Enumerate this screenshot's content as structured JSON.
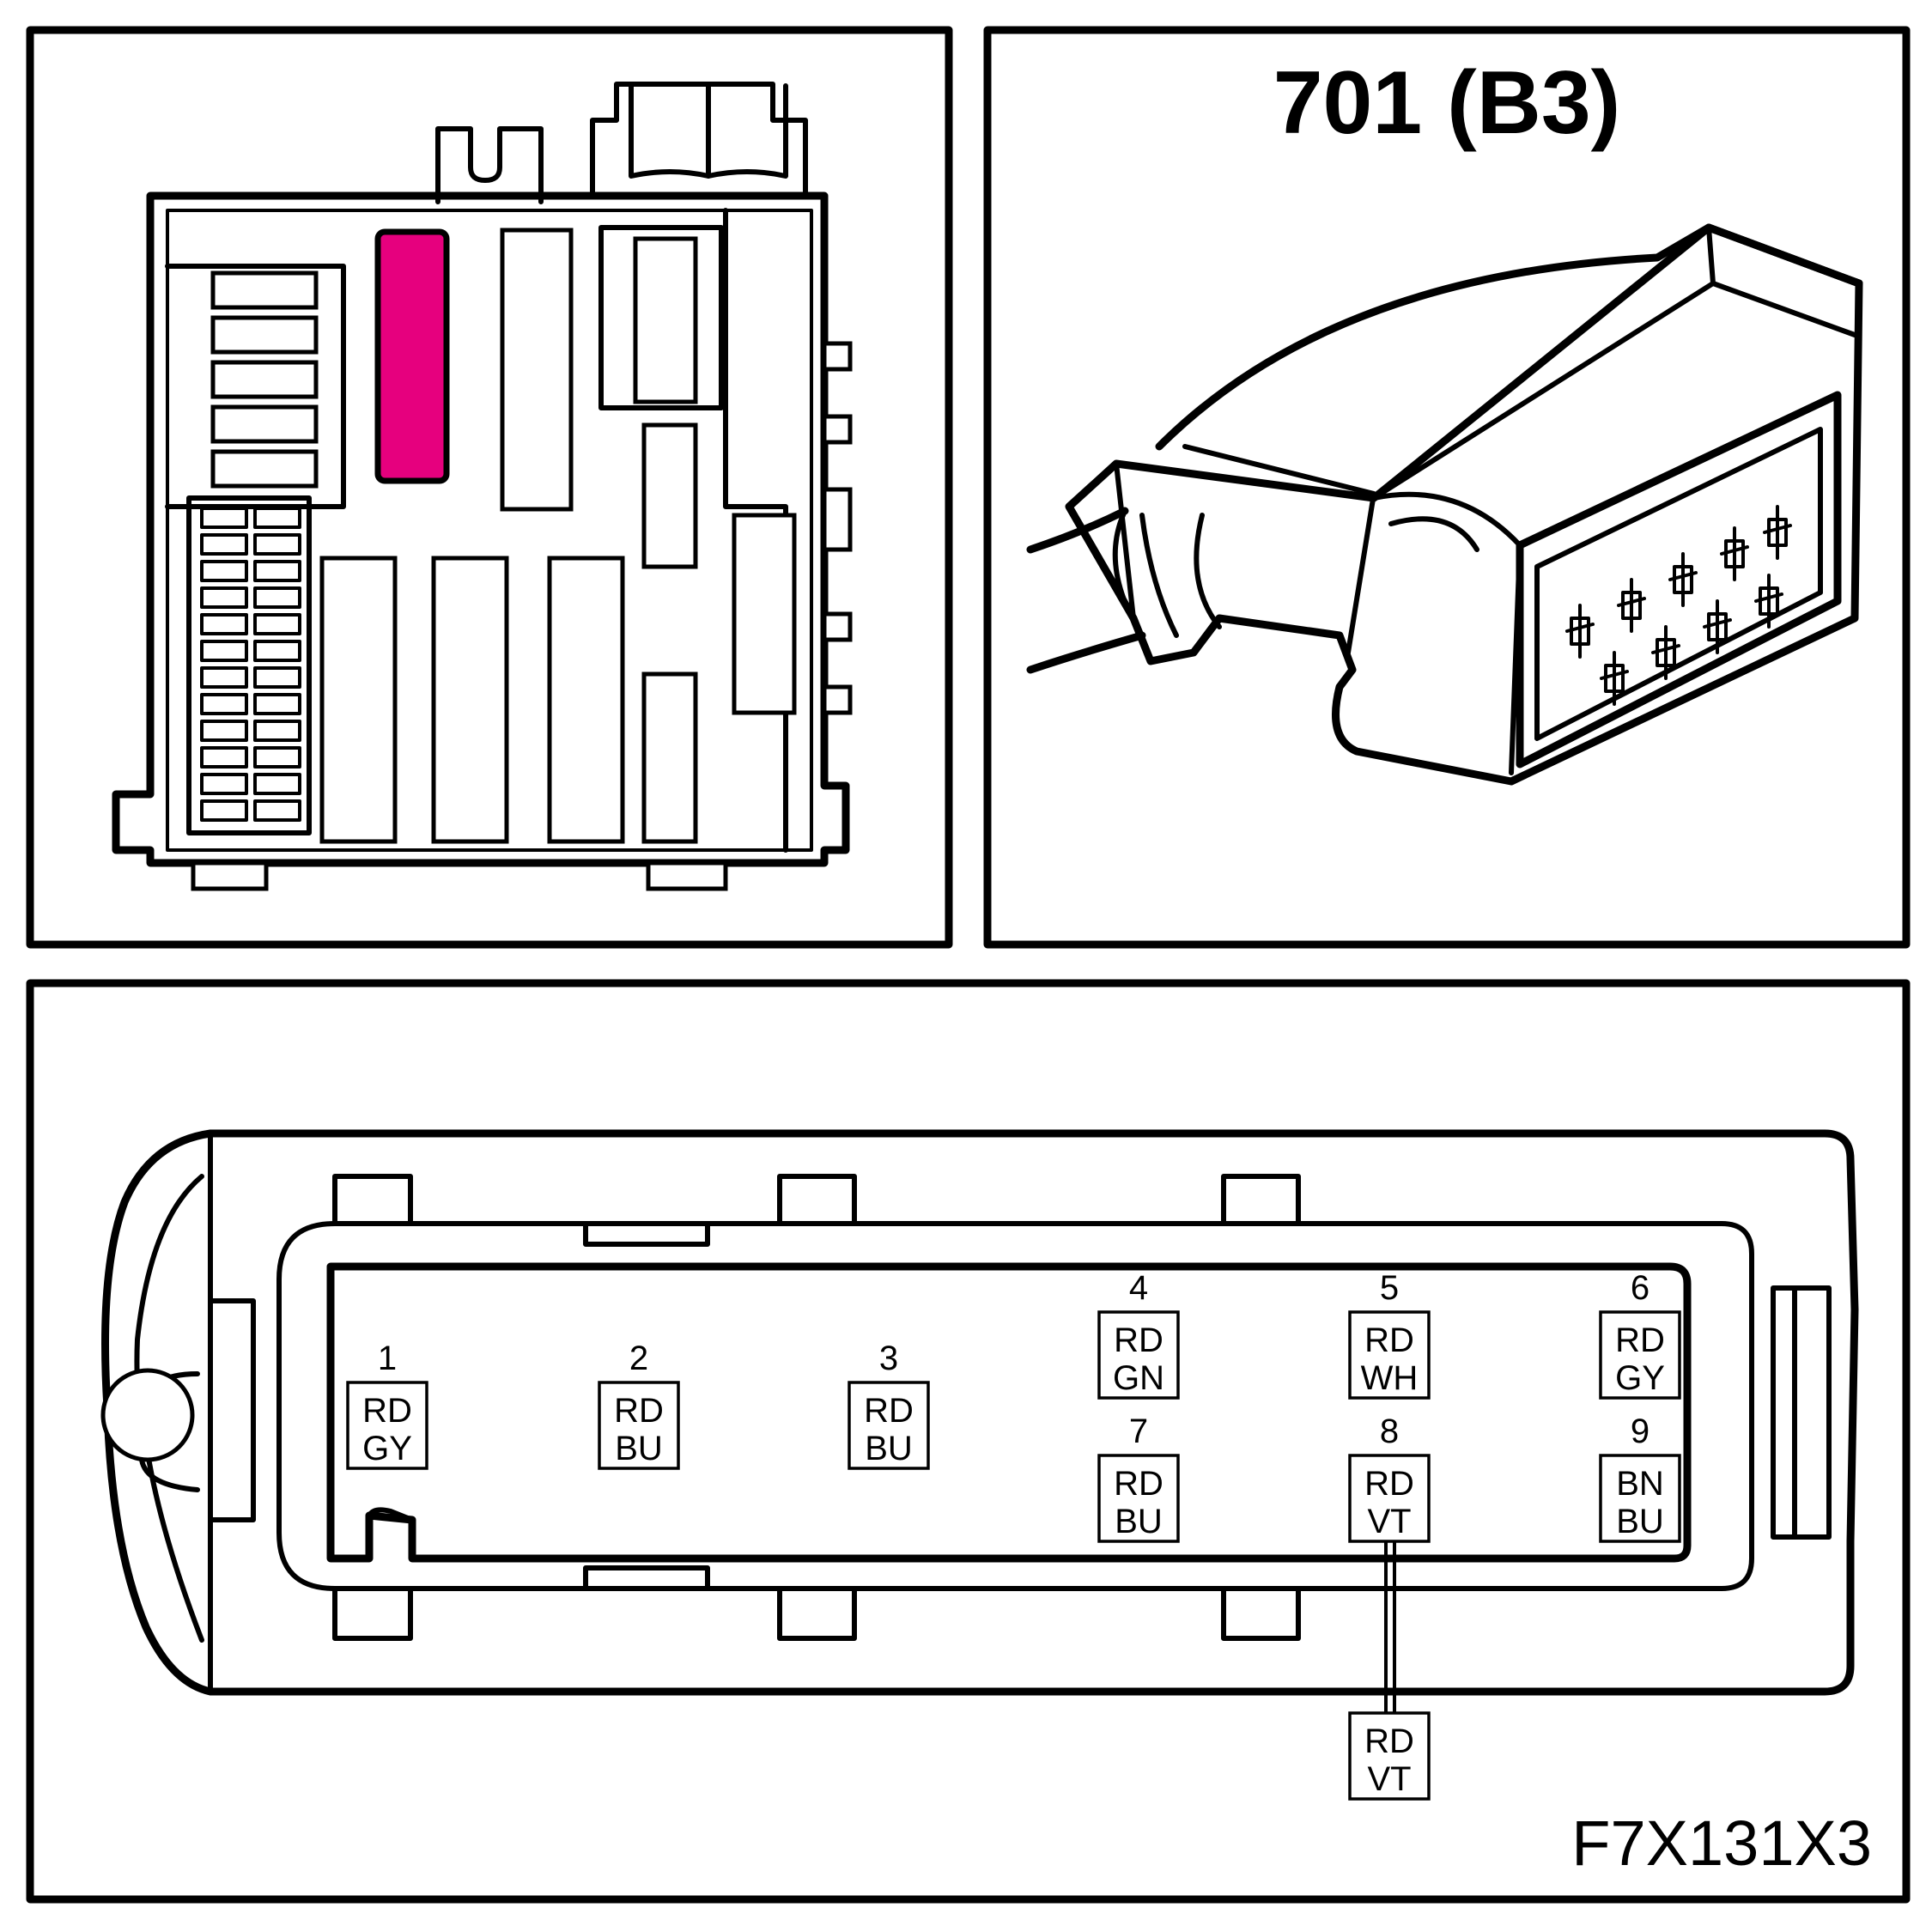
{
  "connector": {
    "title": "701 (B3)",
    "figure_id": "F7X131X3",
    "highlight_color": "#E6007E",
    "pins": [
      {
        "num": "1",
        "c1": "RD",
        "c2": "GY"
      },
      {
        "num": "2",
        "c1": "RD",
        "c2": "BU"
      },
      {
        "num": "3",
        "c1": "RD",
        "c2": "BU"
      },
      {
        "num": "4",
        "c1": "RD",
        "c2": "GN"
      },
      {
        "num": "5",
        "c1": "RD",
        "c2": "WH"
      },
      {
        "num": "6",
        "c1": "RD",
        "c2": "GY"
      },
      {
        "num": "7",
        "c1": "RD",
        "c2": "BU"
      },
      {
        "num": "8",
        "c1": "RD",
        "c2": "VT"
      },
      {
        "num": "9",
        "c1": "BN",
        "c2": "BU"
      }
    ],
    "splice": {
      "c1": "RD",
      "c2": "VT"
    }
  }
}
